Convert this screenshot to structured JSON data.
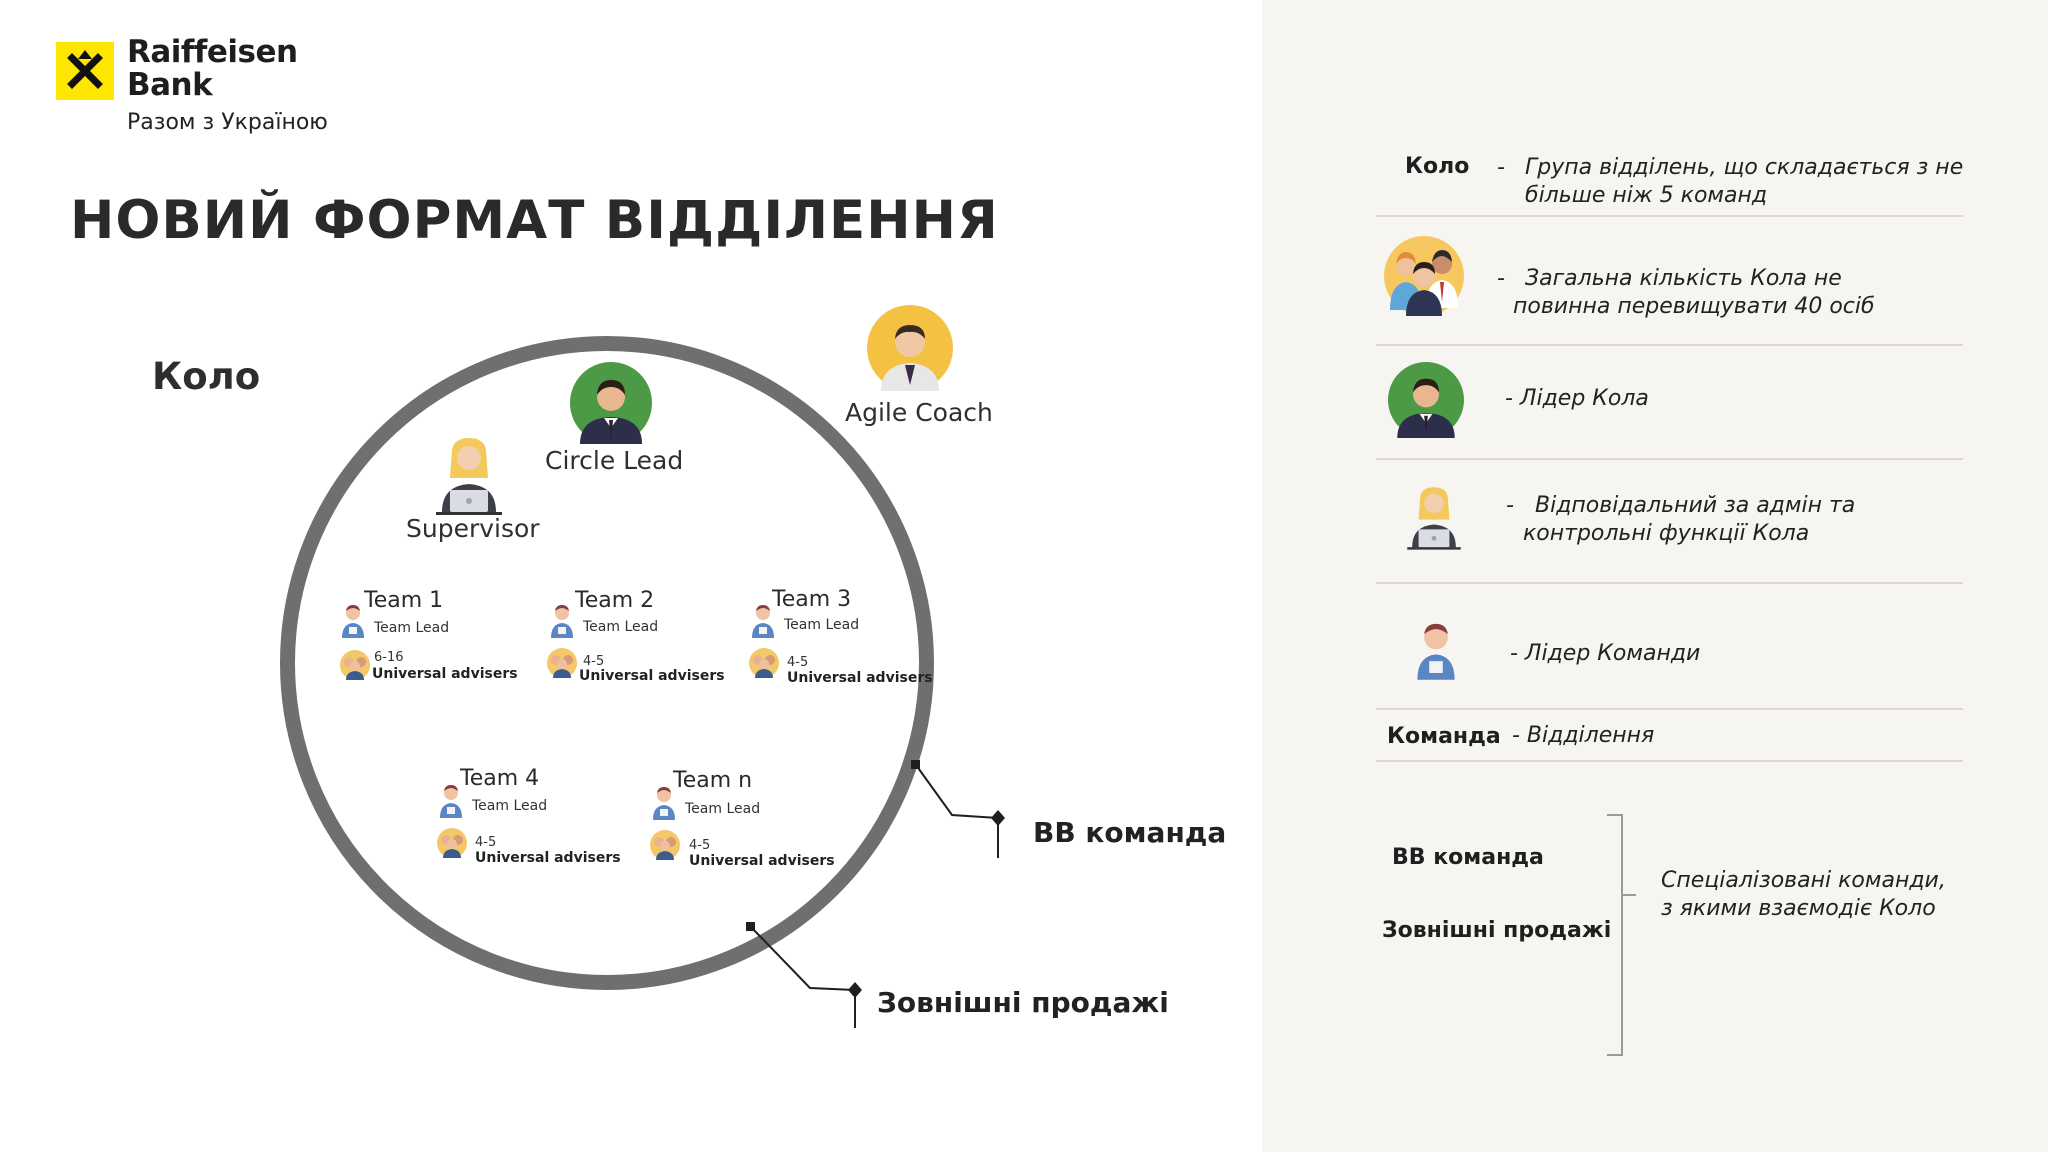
{
  "brand": {
    "line1": "Raiffeisen",
    "line2": "Bank",
    "tagline": "Разом з Україною",
    "color": "#ffe600"
  },
  "title": "НОВИЙ ФОРМАТ ВІДДІЛЕННЯ",
  "diagram": {
    "circle_label": "Коло",
    "roles": {
      "agile_coach": "Agile Coach",
      "circle_lead": "Circle Lead",
      "supervisor": "Supervisor"
    },
    "teams": [
      {
        "name": "Team 1",
        "lead": "Team Lead",
        "count": "6-16",
        "advisers": "Universal advisers"
      },
      {
        "name": "Team 2",
        "lead": "Team Lead",
        "count": "4-5",
        "advisers": "Universal advisers"
      },
      {
        "name": "Team 3",
        "lead": "Team Lead",
        "count": "4-5",
        "advisers": "Universal advisers"
      },
      {
        "name": "Team 4",
        "lead": "Team Lead",
        "count": "4-5",
        "advisers": "Universal advisers"
      },
      {
        "name": "Team n",
        "lead": "Team Lead",
        "count": "4-5",
        "advisers": "Universal advisers"
      }
    ],
    "callouts": {
      "bb_team": "ВВ команда",
      "external_sales": "Зовнішні продажі"
    },
    "icons": {
      "agile_coach": "man-avatar-icon",
      "circle_lead": "leader-avatar-icon",
      "supervisor": "woman-laptop-icon",
      "team_lead": "team-lead-icon",
      "advisers": "group-icon"
    }
  },
  "legend": {
    "circle": {
      "term": "Коло",
      "dash": "-",
      "line1": "Група відділень, що складається з не",
      "line2": "більше ніж 5 команд"
    },
    "headcount": {
      "dash": "-",
      "line1": "Загальна кількість Кола не",
      "line2": "повинна перевищувати 40 осіб"
    },
    "circle_leader": {
      "text": "- Лідер Кола"
    },
    "admin": {
      "dash": "-",
      "line1": "Відповідальний за адмін та",
      "line2": "контрольні функції Кола"
    },
    "team_leader": {
      "text": "- Лідер Команди"
    },
    "team": {
      "term": "Команда",
      "text": "- Відділення"
    },
    "specialized": {
      "term1": "ВВ команда",
      "term2": "Зовнішні продажі",
      "line1": "Спеціалізовані команди,",
      "line2": "з якими взаємодіє Коло"
    }
  }
}
